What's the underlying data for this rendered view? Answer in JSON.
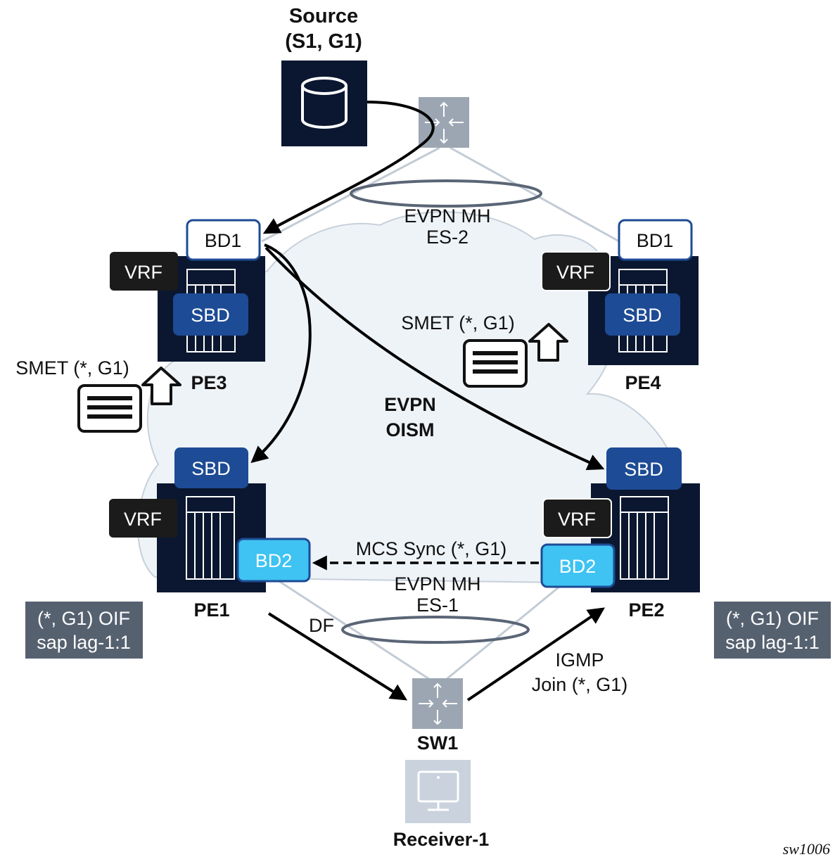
{
  "source": {
    "title": "Source",
    "flow": "(S1, G1)",
    "icon": "database-icon"
  },
  "switch_top": {
    "icon": "switch-icon"
  },
  "es2": {
    "line1": "EVPN MH",
    "line2": "ES-2"
  },
  "es1": {
    "line1": "EVPN MH",
    "line2": "ES-1"
  },
  "cloud": {
    "line1": "EVPN",
    "line2": "OISM"
  },
  "pe3": {
    "name": "PE3",
    "bd": "BD1",
    "vrf": "VRF",
    "sbd": "SBD"
  },
  "pe4": {
    "name": "PE4",
    "bd": "BD1",
    "vrf": "VRF",
    "sbd": "SBD"
  },
  "pe1": {
    "name": "PE1",
    "bd": "BD2",
    "vrf": "VRF",
    "sbd": "SBD"
  },
  "pe2": {
    "name": "PE2",
    "bd": "BD2",
    "vrf": "VRF",
    "sbd": "SBD"
  },
  "smet_left": {
    "label": "SMET (*, G1)",
    "icon": "message-icon"
  },
  "smet_right": {
    "label": "SMET (*, G1)",
    "icon": "message-icon"
  },
  "mcs_sync": {
    "label": "MCS Sync (*, G1)"
  },
  "df": {
    "label": "DF"
  },
  "igmp": {
    "line1": "IGMP",
    "line2": "Join (*, G1)"
  },
  "oif_left": {
    "line1": "(*, G1) OIF",
    "line2": "sap lag-1:1"
  },
  "oif_right": {
    "line1": "(*, G1) OIF",
    "line2": "sap lag-1:1"
  },
  "sw1": {
    "name": "SW1",
    "icon": "switch-icon"
  },
  "receiver": {
    "name": "Receiver-1",
    "icon": "monitor-icon"
  },
  "figure_id": "sw1006",
  "colors": {
    "navy": "#0b1730",
    "sbd_blue": "#1d4b95",
    "bd2_blue": "#3ec3f2",
    "vrf_black": "#1b1b1b",
    "cloud_fill": "#eef3f8",
    "switch_gray": "#9ca6b3",
    "oif_gray": "#566170"
  }
}
